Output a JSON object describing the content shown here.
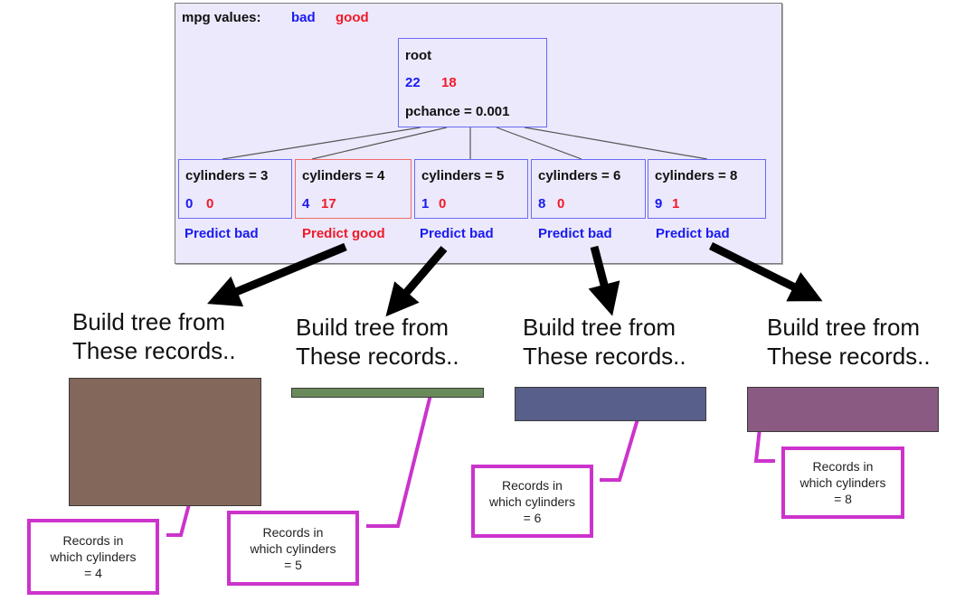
{
  "legend": {
    "label": "mpg values:",
    "bad": "bad",
    "good": "good"
  },
  "colors": {
    "bad": "#1a1af0",
    "good": "#f01a2a",
    "callout": "#cc33cc",
    "panel_bg": "#ebe9fb"
  },
  "root": {
    "title": "root",
    "bad_count": "22",
    "good_count": "18",
    "pchance": "pchance = 0.001"
  },
  "children": [
    {
      "label": "cylinders = 3",
      "bad_count": "0",
      "good_count": "0",
      "prediction": "Predict bad",
      "class": "bad"
    },
    {
      "label": "cylinders = 4",
      "bad_count": "4",
      "good_count": "17",
      "prediction": "Predict good",
      "class": "good"
    },
    {
      "label": "cylinders = 5",
      "bad_count": "1",
      "good_count": "0",
      "prediction": "Predict bad",
      "class": "bad"
    },
    {
      "label": "cylinders = 6",
      "bad_count": "8",
      "good_count": "0",
      "prediction": "Predict bad",
      "class": "bad"
    },
    {
      "label": "cylinders = 8",
      "bad_count": "9",
      "good_count": "1",
      "prediction": "Predict bad",
      "class": "bad"
    }
  ],
  "subtrees": [
    {
      "line1": "Build tree from",
      "line2": "These records..",
      "record_color": "#82675a",
      "callout": [
        "Records in",
        "which cylinders",
        "= 4"
      ]
    },
    {
      "line1": "Build tree from",
      "line2": "These records..",
      "record_color": "#6a8a5a",
      "callout": [
        "Records in",
        "which cylinders",
        "= 5"
      ]
    },
    {
      "line1": "Build tree from",
      "line2": "These records..",
      "record_color": "#575f8a",
      "callout": [
        "Records in",
        "which cylinders",
        "= 6"
      ]
    },
    {
      "line1": "Build tree from",
      "line2": "These records..",
      "record_color": "#8a5a82",
      "callout": [
        "Records in",
        "which cylinders",
        "= 8"
      ]
    }
  ]
}
